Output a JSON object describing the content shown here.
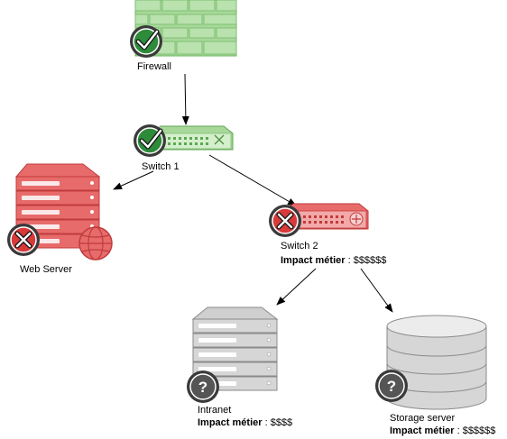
{
  "nodes": {
    "firewall": {
      "name": "Firewall",
      "status": "ok"
    },
    "switch1": {
      "name": "Switch 1",
      "status": "ok"
    },
    "web_server": {
      "name": "Web Server",
      "status": "error"
    },
    "switch2": {
      "name": "Switch 2",
      "status": "error",
      "impact_label": "Impact métier",
      "impact_value": " : $$$$$$"
    },
    "intranet": {
      "name": "Intranet",
      "status": "unknown",
      "impact_label": "Impact métier",
      "impact_value": " : $$$$"
    },
    "storage": {
      "name": "Storage server",
      "status": "unknown",
      "impact_label": "Impact métier",
      "impact_value": " : $$$$$$"
    }
  },
  "status_icons": {
    "ok": "check-icon",
    "error": "cross-icon",
    "unknown": "question-icon"
  },
  "unknown_glyph": "?",
  "colors": {
    "ok_fill": "#a7d89a",
    "ok_stroke": "#5fa653",
    "error_fill": "#e86b6b",
    "error_stroke": "#c03b3b",
    "unknown_fill": "#cfcfcf",
    "unknown_stroke": "#8a8a8a",
    "badge_bg": "#3a3a3a",
    "check_bg": "#2e8b3a",
    "cross_bg": "#d83a3a"
  }
}
